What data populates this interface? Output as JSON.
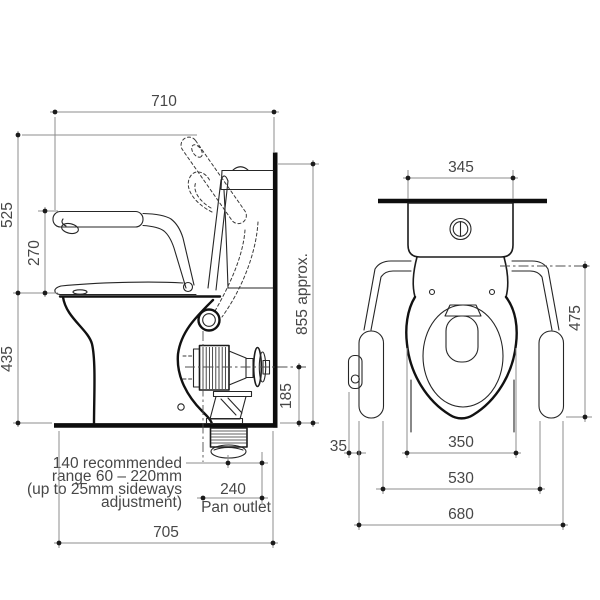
{
  "drawing": {
    "background": "#ffffff",
    "line_color": "#1c1c1c",
    "dimension_line_color": "#8c8c8c",
    "text_color": "#474747"
  },
  "side_view": {
    "dim_width_top": "710",
    "dim_raised_armrest_height": "525",
    "dim_armrest_above_seat": "270",
    "dim_seat_height": "435",
    "dim_overall_height": "855 approx.",
    "dim_outlet_height": "185",
    "note_line1": "140 recommended",
    "note_line2": "range 60 – 220mm",
    "note_line3": "(up to 25mm sideways",
    "note_line4": "adjustment)",
    "dim_pan_outlet": "240",
    "label_pan_outlet": "Pan outlet",
    "dim_overall_depth": "705"
  },
  "front_view": {
    "dim_cistern_width": "345",
    "dim_armrest_height": "475",
    "dim_call_button_offset": "35",
    "dim_pan_width": "350",
    "dim_armrest_inner_width": "530",
    "dim_armrest_outer_width": "680"
  }
}
